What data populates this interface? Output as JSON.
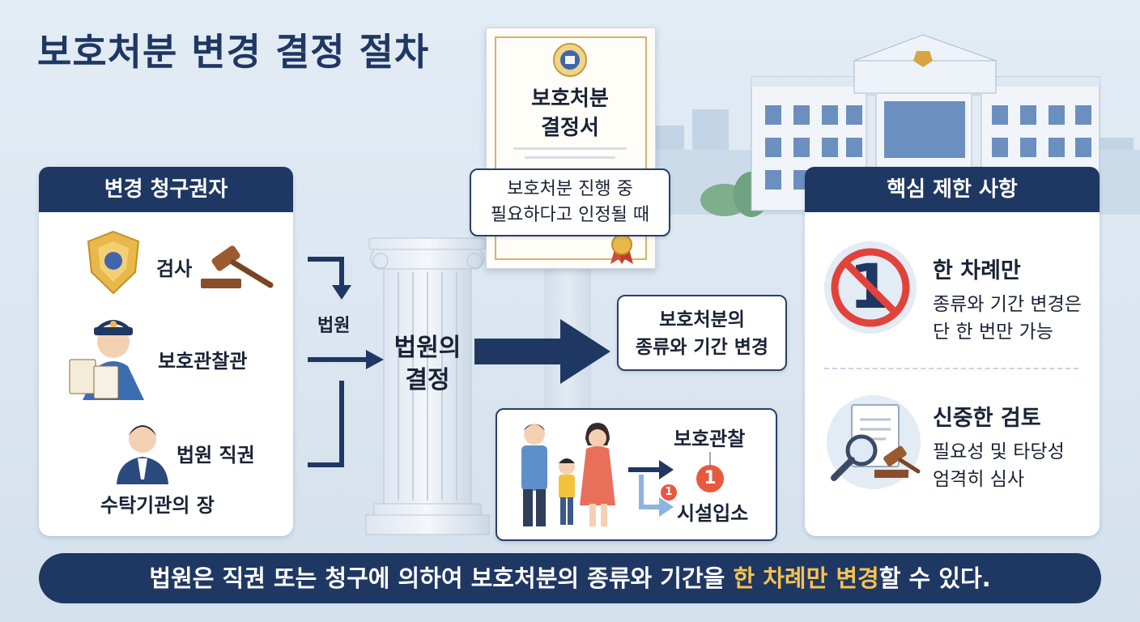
{
  "title": "보호처분 변경 결정 절차",
  "left_panel": {
    "header": "변경 청구권자",
    "items": [
      "검사",
      "보호관찰관",
      "법원 직권",
      "수탁기관의 장"
    ]
  },
  "arrow_label": "법원",
  "pillar_label_line1": "법원의",
  "pillar_label_line2": "결정",
  "document": {
    "title_line1": "보호처분",
    "title_line2": "결정서",
    "bubble_line1": "보호처분 진행 중",
    "bubble_line2": "필요하다고 인정될 때"
  },
  "result_box": {
    "line1": "보호처분의",
    "line2": "종류와 기간 변경"
  },
  "family_box": {
    "option_top": "보호관찰",
    "option_bottom": "시설입소",
    "badge_big": "1",
    "badge_small": "1"
  },
  "right_panel": {
    "header": "핵심 제한 사항",
    "items": [
      {
        "title": "한 차례만",
        "desc1": "종류와 기간 변경은",
        "desc2": "단 한 번만 가능",
        "icon": "prohibited-one-icon"
      },
      {
        "title": "신중한 검토",
        "desc1": "필요성 및 타당성",
        "desc2": "엄격히 심사",
        "icon": "document-magnifier-gavel-icon"
      }
    ],
    "prohibit_number": "1"
  },
  "banner": {
    "before": "법원은 직권 또는 청구에 의하여 보호처분의 종류와 기간을 ",
    "highlight": "한 차례만 변경",
    "after": "할 수 있다."
  },
  "colors": {
    "navy": "#1f3763",
    "highlight": "#f6c350",
    "prohibit_red": "#e0433a",
    "badge_red": "#e8583f",
    "page_bg": "#dde7f1"
  }
}
